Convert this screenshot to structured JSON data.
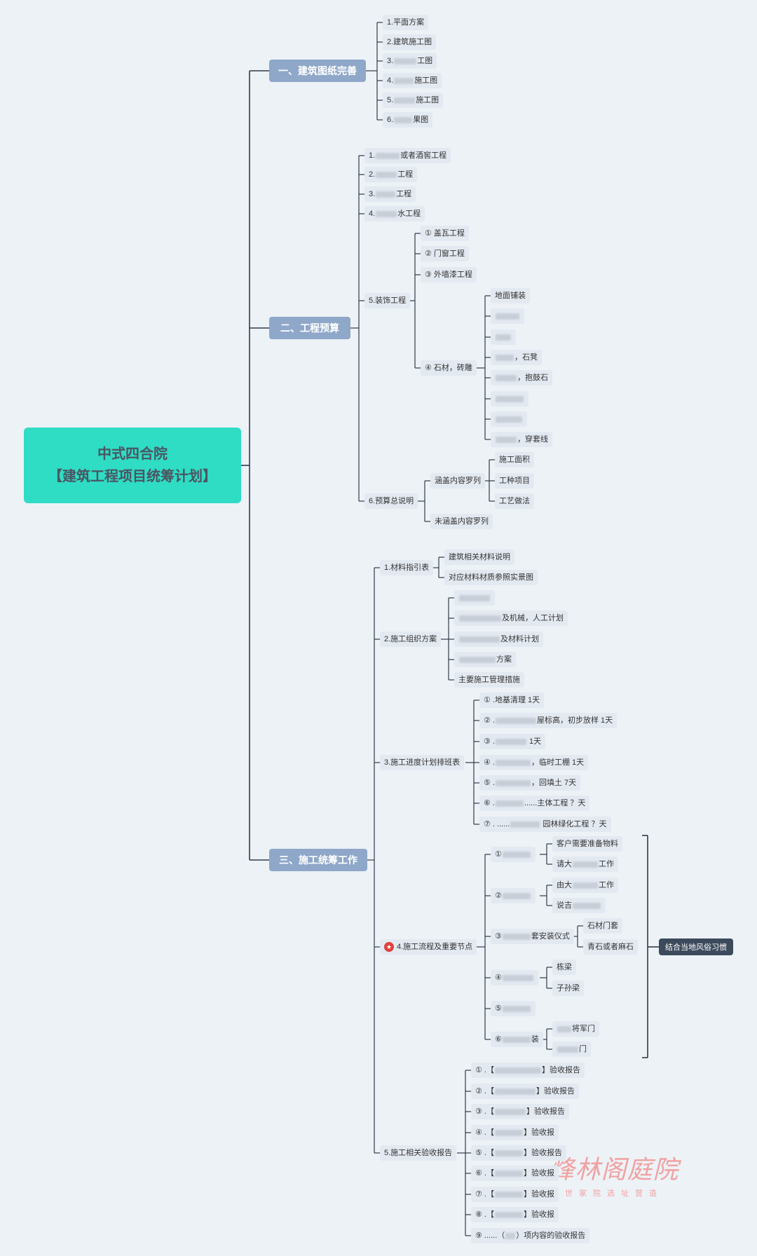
{
  "root": {
    "title": "中式四合院",
    "subtitle": "【建筑工程项目统筹计划】"
  },
  "b1": {
    "label": "一、建筑图纸完善",
    "items": [
      {
        "pre": "",
        "blur": 0,
        "post": "1.平面方案"
      },
      {
        "pre": "",
        "blur": 0,
        "post": "2.建筑施工图"
      },
      {
        "pre": "3.",
        "blur": 32,
        "post": "工图"
      },
      {
        "pre": "4.",
        "blur": 28,
        "post": "施工图"
      },
      {
        "pre": "5.",
        "blur": 30,
        "post": "施工图"
      },
      {
        "pre": "6.",
        "blur": 26,
        "post": "果图"
      }
    ]
  },
  "b2": {
    "label": "二、工程预算",
    "items": [
      {
        "pre": "1.",
        "blur": 34,
        "post": "或者酒窖工程"
      },
      {
        "pre": "2.",
        "blur": 30,
        "post": "工程"
      },
      {
        "pre": "3.",
        "blur": 28,
        "post": "工程"
      },
      {
        "pre": "4.",
        "blur": 30,
        "post": "水工程"
      }
    ],
    "decor": {
      "label": "5.装饰工程",
      "items": [
        "① 盖瓦工程",
        "② 门窗工程",
        "③ 外墙漆工程"
      ],
      "stone": {
        "label": "④ 石材，砖雕",
        "items": [
          {
            "pre": "",
            "blur": 0,
            "post": "地面铺装"
          },
          {
            "pre": "",
            "blur": 34,
            "post": ""
          },
          {
            "pre": "",
            "blur": 22,
            "post": ""
          },
          {
            "pre": "",
            "blur": 26,
            "post": "，石凳"
          },
          {
            "pre": "",
            "blur": 30,
            "post": "，抱鼓石"
          },
          {
            "pre": "",
            "blur": 40,
            "post": ""
          },
          {
            "pre": "",
            "blur": 38,
            "post": ""
          },
          {
            "pre": "",
            "blur": 30,
            "post": "，穿套线"
          }
        ]
      }
    },
    "summary": {
      "label": "6.预算总说明",
      "covered": {
        "label": "涵盖内容罗列",
        "items": [
          "施工面积",
          "工种项目",
          "工艺做法"
        ]
      },
      "uncovered": "未涵盖内容罗列"
    }
  },
  "b3": {
    "label": "三、施工统筹工作",
    "material": {
      "label": "1.材料指引表",
      "items": [
        "建筑相关材料说明",
        "对应材料材质参照实景图"
      ]
    },
    "org": {
      "label": "2.施工组织方案",
      "items": [
        {
          "pre": "",
          "blur": 44,
          "post": ""
        },
        {
          "pre": "",
          "blur": 60,
          "post": "及机械，人工计划"
        },
        {
          "pre": "",
          "blur": 58,
          "post": "及材料计划"
        },
        {
          "pre": "",
          "blur": 52,
          "post": "方案"
        },
        {
          "pre": "",
          "blur": 0,
          "post": "主要施工管理措施"
        }
      ]
    },
    "schedule": {
      "label": "3.施工进度计划排班表",
      "items": [
        {
          "pre": "① .",
          "blur": 0,
          "post": "地基清理 1天"
        },
        {
          "pre": "② .",
          "blur": 58,
          "post": "屋标高，初步放样  1天"
        },
        {
          "pre": "③ .",
          "blur": 44,
          "post": " 1天"
        },
        {
          "pre": "④ .",
          "blur": 50,
          "post": "，临时工棚 1天"
        },
        {
          "pre": "⑤ .",
          "blur": 50,
          "post": "，回填土 7天"
        },
        {
          "pre": "⑥ .",
          "blur": 40,
          "post": "......主体工程  ？天"
        },
        {
          "pre": "⑦ . ......",
          "blur": 42,
          "post": "  园林绿化工程  ？天"
        }
      ]
    },
    "flow": {
      "star": "★",
      "label": "4.施工流程及重要节点",
      "groups": [
        {
          "label": {
            "pre": "①",
            "blur": 40,
            "post": ""
          },
          "items": [
            {
              "pre": "",
              "blur": 0,
              "post": "客户需要准备物料"
            },
            {
              "pre": "请大",
              "blur": 36,
              "post": "工作"
            }
          ]
        },
        {
          "label": {
            "pre": "②",
            "blur": 40,
            "post": ""
          },
          "items": [
            {
              "pre": "由大",
              "blur": 36,
              "post": "工作"
            },
            {
              "pre": "说吉",
              "blur": 40,
              "post": ""
            }
          ]
        },
        {
          "label": {
            "pre": "③",
            "blur": 40,
            "post": "套安装仪式"
          },
          "items": [
            {
              "pre": "",
              "blur": 0,
              "post": "石材门套"
            },
            {
              "pre": "",
              "blur": 0,
              "post": "青石或者麻石"
            }
          ]
        },
        {
          "label": {
            "pre": "④",
            "blur": 44,
            "post": ""
          },
          "items": [
            {
              "pre": "",
              "blur": 0,
              "post": "栋梁"
            },
            {
              "pre": "",
              "blur": 0,
              "post": "子孙梁"
            }
          ]
        },
        {
          "label": {
            "pre": "⑤",
            "blur": 40,
            "post": ""
          },
          "items": []
        },
        {
          "label": {
            "pre": "⑥",
            "blur": 40,
            "post": "装"
          },
          "items": [
            {
              "pre": "",
              "blur": 20,
              "post": "将军门"
            },
            {
              "pre": "",
              "blur": 30,
              "post": "门"
            }
          ]
        }
      ],
      "note": "结合当地风俗习惯"
    },
    "reports": {
      "label": "5.施工相关验收报告",
      "items": [
        {
          "pre": "① .【",
          "blur": 66,
          "post": "】验收报告"
        },
        {
          "pre": "② .【",
          "blur": 58,
          "post": "】验收报告"
        },
        {
          "pre": "③ .【",
          "blur": 44,
          "post": "】验收报告"
        },
        {
          "pre": "④ .【",
          "blur": 40,
          "post": "】验收报"
        },
        {
          "pre": "⑤ .【",
          "blur": 40,
          "post": "】验收报告"
        },
        {
          "pre": "⑥ .【",
          "blur": 40,
          "post": "】验收报"
        },
        {
          "pre": "⑦ .【",
          "blur": 40,
          "post": "】验收报"
        },
        {
          "pre": "⑧ .【",
          "blur": 40,
          "post": "】验收报"
        },
        {
          "pre": "⑨ ......（",
          "blur": 14,
          "post": "）项内容的验收报告"
        }
      ]
    }
  },
  "watermark": {
    "title": "烽林阁庭院",
    "subtitle": "世家院选址营造"
  },
  "colors": {
    "root": "#2fdcc4",
    "branch": "#8fa7c8",
    "leaf": "#e3e9f1",
    "line": "#2f3a4a",
    "note": "#3c4a5c",
    "star": "#e0403c"
  }
}
